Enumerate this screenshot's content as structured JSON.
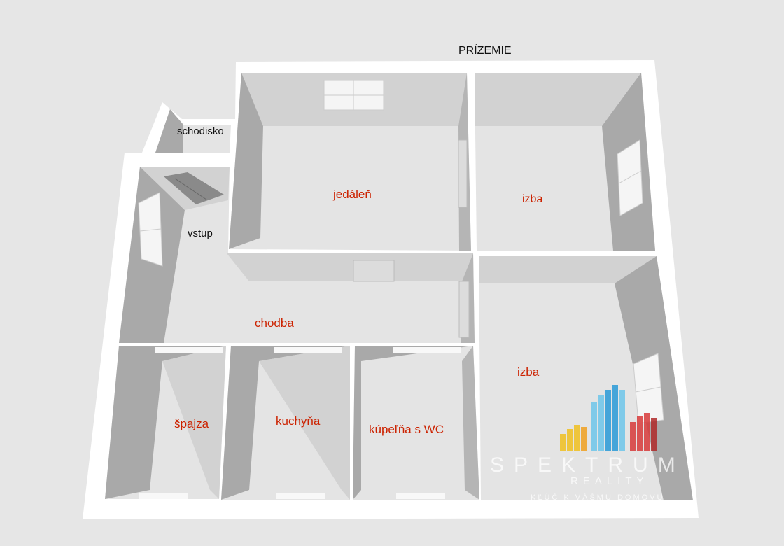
{
  "title": "PRÍZEMIE",
  "rooms": {
    "schodisko": "schodisko",
    "vstup": "vstup",
    "jedalen": "jedáleň",
    "izba_top": "izba",
    "chodba": "chodba",
    "izba_bottom": "izba",
    "spajza": "špajza",
    "kuchyna": "kuchyňa",
    "kupelna": "kúpeľňa s WC"
  },
  "logo": {
    "name": "SPEKTRUM",
    "sub": "REALITY",
    "tagline": "KĽÚČ K VÁŠMU DOMOVU"
  },
  "colors": {
    "label": "#cc2200",
    "wall": "#ffffff",
    "floor": "#e4e4e4",
    "inner_wall": "#a9a9a9"
  }
}
